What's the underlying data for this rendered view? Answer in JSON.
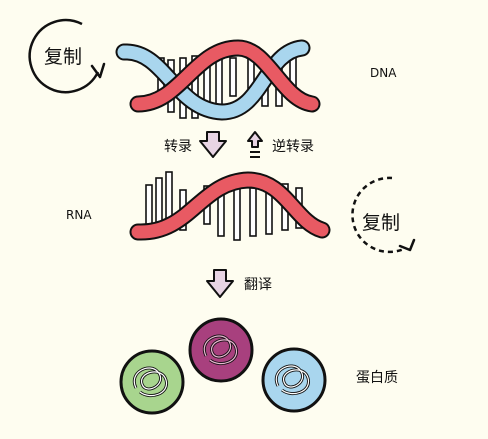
{
  "labels": {
    "dna": "DNA",
    "rna": "RNA",
    "replication_top": "复制",
    "replication_rna": "复制",
    "transcription": "转录",
    "reverse_transcription": "逆转录",
    "translation": "翻译",
    "protein": "蛋白质"
  },
  "colors": {
    "background": "#fefdf0",
    "strand_red": "#e85a63",
    "strand_blue": "#a9d6ee",
    "arrow_fill": "#e8d4e4",
    "protein_green": "#a8d58e",
    "protein_purple": "#a8407e",
    "protein_blue": "#a9d6ee",
    "outline": "#111111"
  }
}
